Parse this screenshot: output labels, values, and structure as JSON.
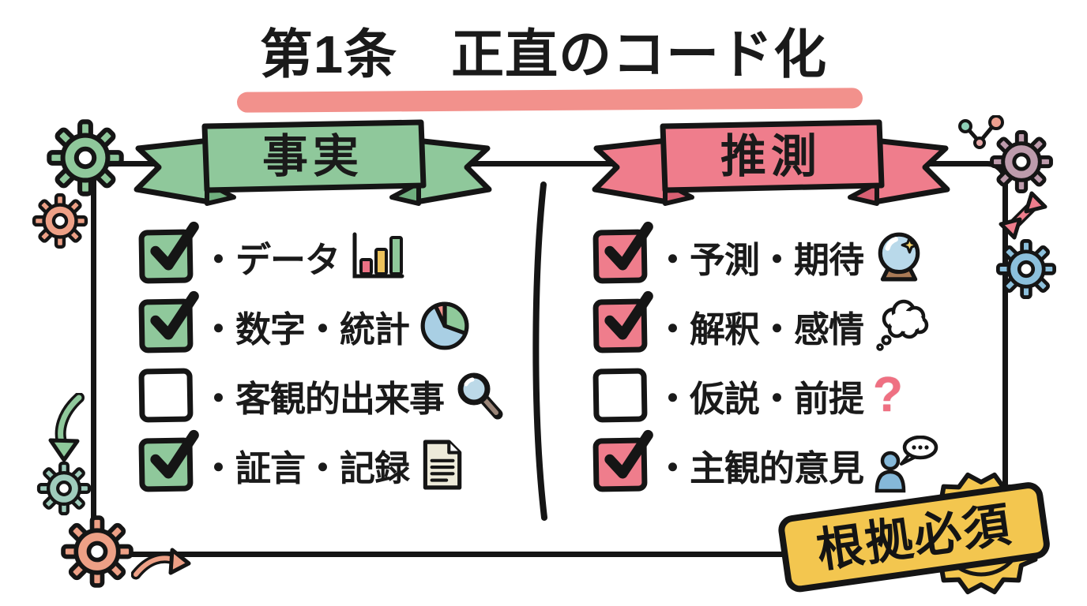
{
  "title": {
    "text": "第1条　正直のコード化"
  },
  "panel": {
    "facts": {
      "banner_label": "事実",
      "accent": "#8fc89b",
      "items": [
        {
          "label": "・データ",
          "checked": true,
          "icon": "bar-chart"
        },
        {
          "label": "・数字・統計",
          "checked": true,
          "icon": "pie-chart"
        },
        {
          "label": "・客観的出来事",
          "checked": false,
          "icon": "magnifier"
        },
        {
          "label": "・証言・記録",
          "checked": true,
          "icon": "document"
        }
      ]
    },
    "speculation": {
      "banner_label": "推測",
      "accent": "#ef7d8c",
      "items": [
        {
          "label": "・予測・期待",
          "checked": true,
          "icon": "crystal-ball"
        },
        {
          "label": "・解釈・感情",
          "checked": true,
          "icon": "thought-bubble"
        },
        {
          "label": "・仮説・前提",
          "checked": false,
          "icon": "question-mark"
        },
        {
          "label": "・主観的意見",
          "checked": true,
          "icon": "person-speech"
        }
      ]
    }
  },
  "stamp": {
    "text": "根拠必須",
    "color": "#f3c64f"
  },
  "colors": {
    "outline": "#1a1a1a",
    "title_highlight": "#f2918c",
    "fact_green": "#8fc89b",
    "fact_green_dark": "#6fae7e",
    "spec_pink": "#ef7d8c",
    "spec_pink_dark": "#d95f72",
    "stamp_yellow": "#f3c64f",
    "gear_salmon": "#eda086",
    "gear_teal": "#9fccbc",
    "gear_mauve": "#bd9bac",
    "gear_blue": "#8cc0dc"
  }
}
